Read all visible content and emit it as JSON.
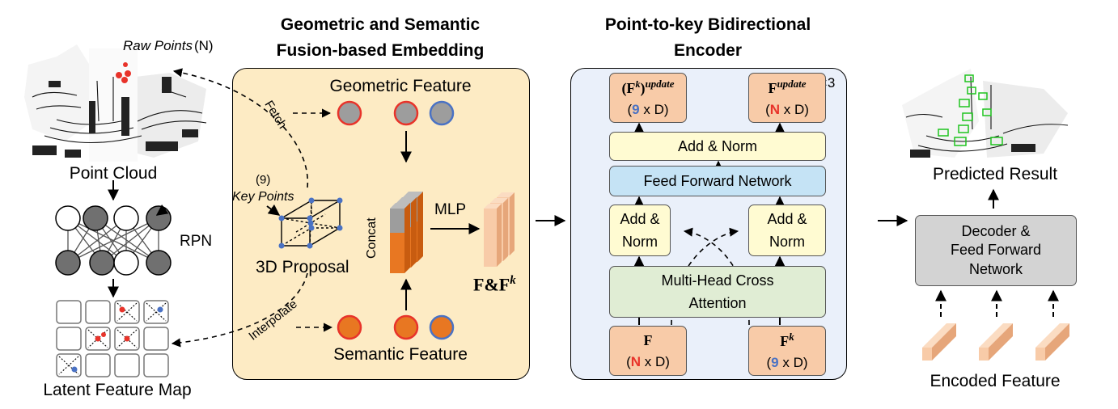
{
  "left": {
    "raw_points_label": "Raw Points",
    "raw_points_count": "(N)",
    "point_cloud_label": "Point Cloud",
    "rpn_label": "RPN",
    "latent_map_label": "Latent Feature Map"
  },
  "fusion": {
    "title_line1": "Geometric and Semantic",
    "title_line2": "Fusion-based Embedding",
    "geometric_feature": "Geometric Feature",
    "semantic_feature": "Semantic Feature",
    "key_points_count": "(9)",
    "key_points_label": "Key Points",
    "proposal_label": "3D Proposal",
    "concat_label": "Concat",
    "mlp_label": "MLP",
    "output_label": "F&F",
    "output_sup": "k",
    "fetch_label": "Fetch",
    "interpolate_label": "Interpolate"
  },
  "encoder": {
    "title_line1": "Point-to-key Bidirectional",
    "title_line2": "Encoder",
    "repeat_label": "×3",
    "fk_update_label": "(F",
    "fk_update_k": "k",
    "fk_update_close": ")",
    "fk_update_sup": "update",
    "fk_update_count": "9",
    "fk_update_dim": " x D)",
    "f_update_label": "F",
    "f_update_sup": "update",
    "f_update_count": "N",
    "f_update_dim": " x D)",
    "add_norm_top": "Add & Norm",
    "ffn": "Feed Forward Network",
    "add_norm_left_1": "Add &",
    "add_norm_left_2": "Norm",
    "add_norm_right_1": "Add &",
    "add_norm_right_2": "Norm",
    "mhca_1": "Multi-Head Cross",
    "mhca_2": "Attention",
    "f_in_label": "F",
    "f_in_count": "N",
    "f_in_dim": " x D)",
    "fk_in_label": "F",
    "fk_in_sup": "k",
    "fk_in_count": "9",
    "fk_in_dim": " x D)"
  },
  "right": {
    "predicted_label": "Predicted Result",
    "decoder_1": "Decoder &",
    "decoder_2": "Feed Forward",
    "decoder_3": "Network",
    "encoded_label": "Encoded Feature"
  },
  "colors": {
    "fusion_bg": "#fdebc4",
    "encoder_bg": "#eaf0fa",
    "orange_box": "#f8cba8",
    "yellow_box": "#fffbd2",
    "blue_box": "#c5e3f5",
    "green_box": "#e0edd4",
    "decoder_box": "#d3d3d3",
    "red": "#e8332a",
    "blue": "#4a72c4",
    "orange_fill": "#e87722",
    "gray_fill": "#9d9d9d"
  }
}
